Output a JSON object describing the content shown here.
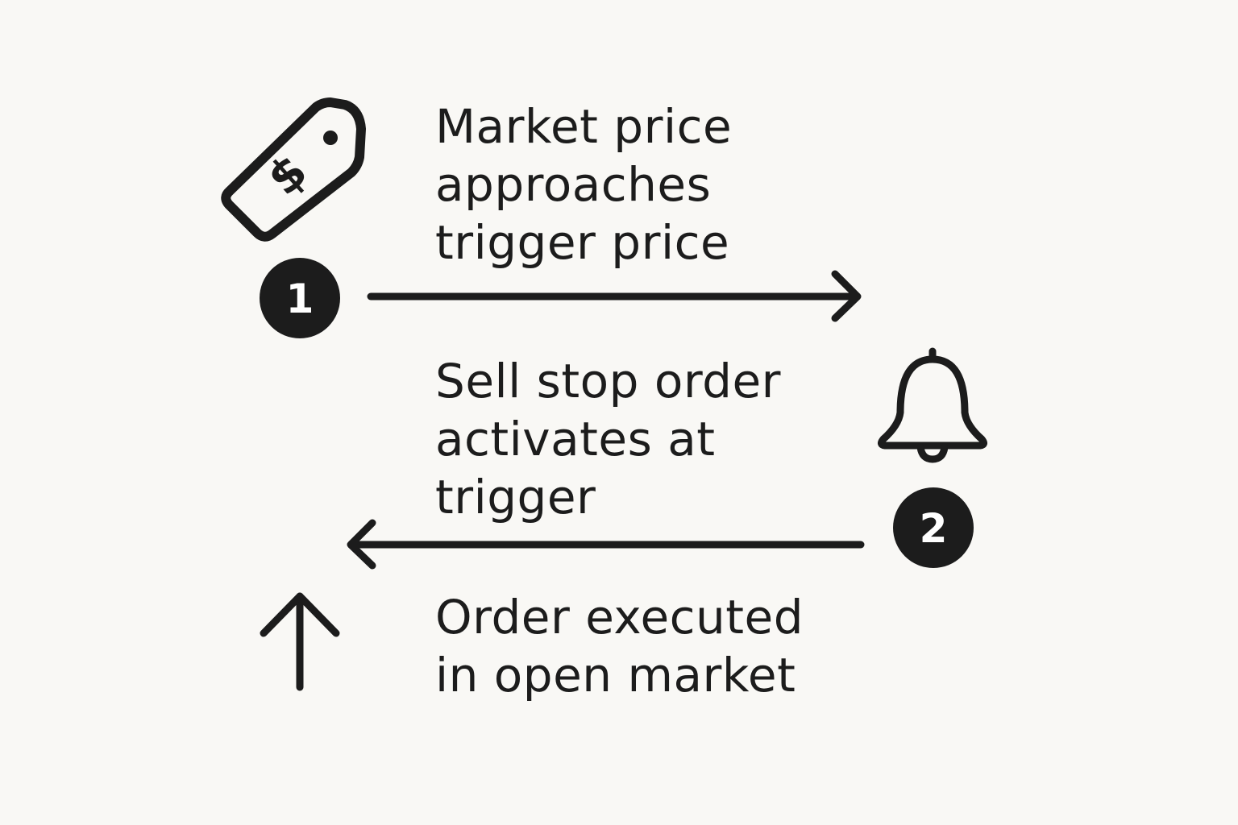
{
  "colors": {
    "background": "#f9f8f5",
    "ink": "#1c1c1c",
    "badge_text": "#ffffff"
  },
  "steps": [
    {
      "number": "1",
      "icon": "price-tag-dollar-icon",
      "lines": [
        "Market price",
        "approaches",
        "trigger price"
      ],
      "arrow": "right-arrow"
    },
    {
      "number": "2",
      "icon": "bell-icon",
      "lines": [
        "Sell stop order",
        "activates at",
        "trigger"
      ],
      "arrow": "left-arrow"
    },
    {
      "number": "",
      "icon": "up-arrow-icon",
      "lines": [
        "Order executed",
        "in open market"
      ]
    }
  ]
}
